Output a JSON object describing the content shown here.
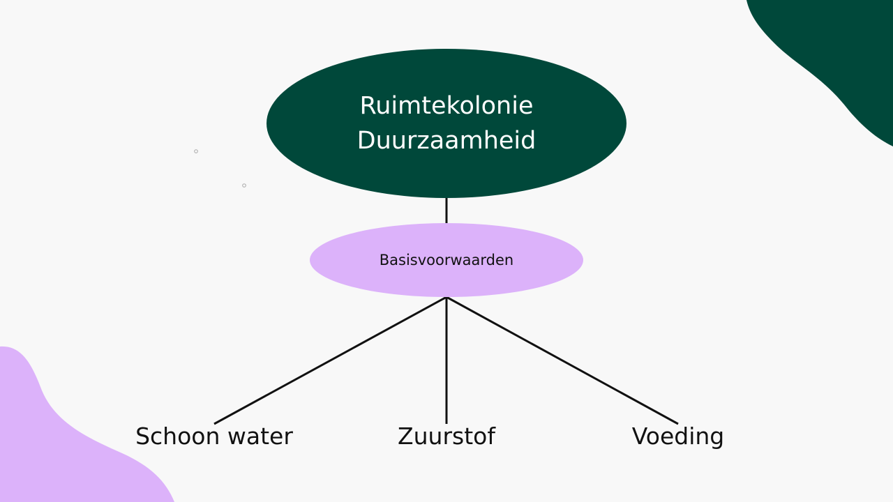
{
  "colors": {
    "background": "#f8f8f8",
    "dark_green": "#00483a",
    "lavender": "#dcb2fa",
    "line": "#111111"
  },
  "root": {
    "line1": "Ruimtekolonie",
    "line2": "Duurzaamheid"
  },
  "middle": {
    "label": "Basisvoorwaarden"
  },
  "leaves": [
    {
      "label": "Schoon water"
    },
    {
      "label": "Zuurstof"
    },
    {
      "label": "Voeding"
    }
  ]
}
